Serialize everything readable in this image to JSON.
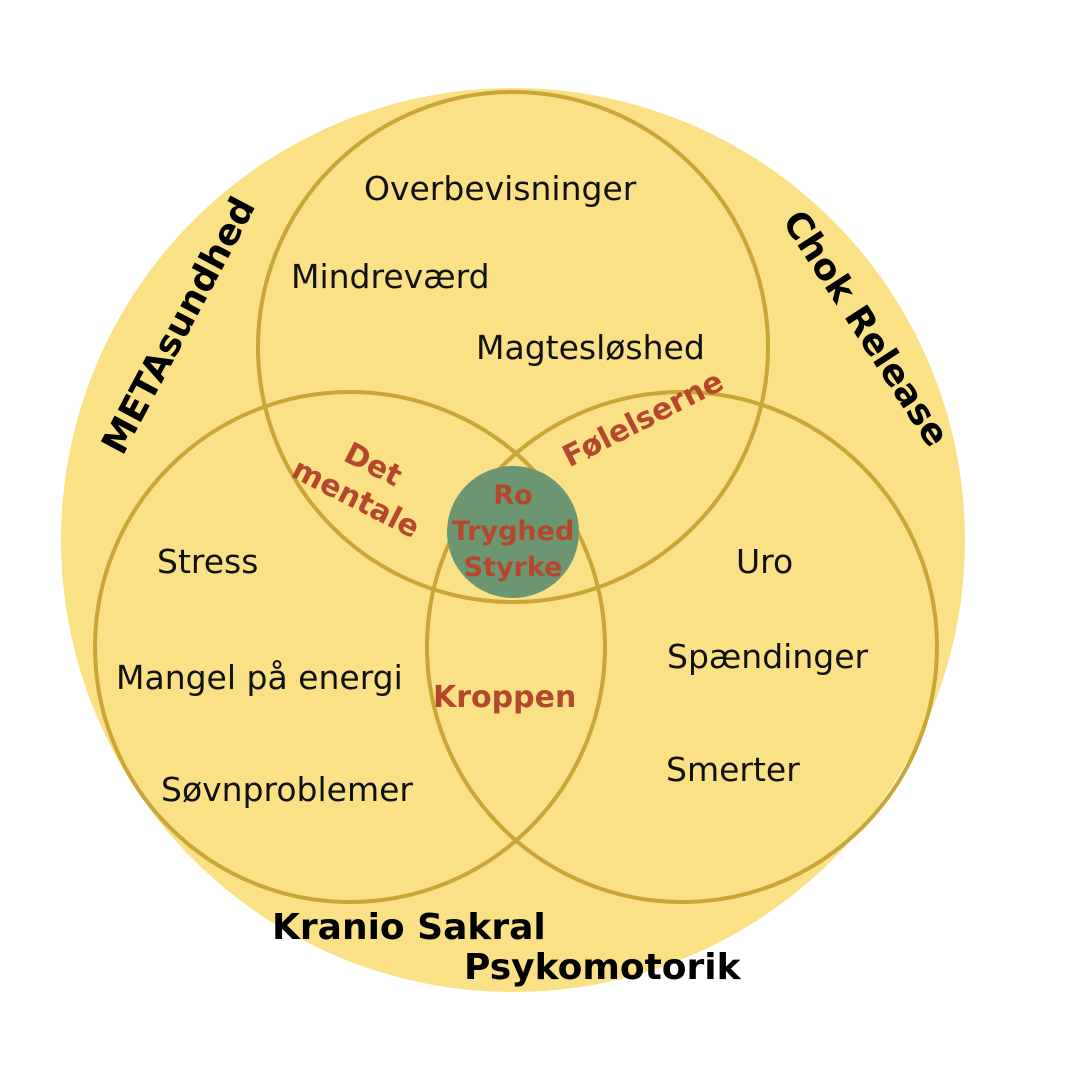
{
  "colors": {
    "background": "#ffffff",
    "outer_circle": "#fae186",
    "ring_stroke": "#c9a636",
    "center_fill": "#6b9671",
    "zone_text": "#b5472e",
    "item_text": "#111111",
    "method_text": "#000000"
  },
  "top_circle": {
    "items": [
      "Overbevisninger",
      "Mindreværd",
      "Magtesløshed"
    ]
  },
  "left_circle": {
    "items": [
      "Stress",
      "Mangel på energi",
      "Søvnproblemer"
    ]
  },
  "right_circle": {
    "items": [
      "Uro",
      "Spændinger",
      "Smerter"
    ]
  },
  "overlaps": {
    "top_left_line1": "Det",
    "top_left_line2": "mentale",
    "top_right": "Følelserne",
    "left_right": "Kroppen"
  },
  "center": {
    "line1": "Ro",
    "line2": "Tryghed",
    "line3": "Styrke"
  },
  "methods": {
    "left_arc": "METAsundhed",
    "right_arc": "Chok Release",
    "bottom_line1": "Kranio Sakral",
    "bottom_line2": "Psykomotorik"
  }
}
